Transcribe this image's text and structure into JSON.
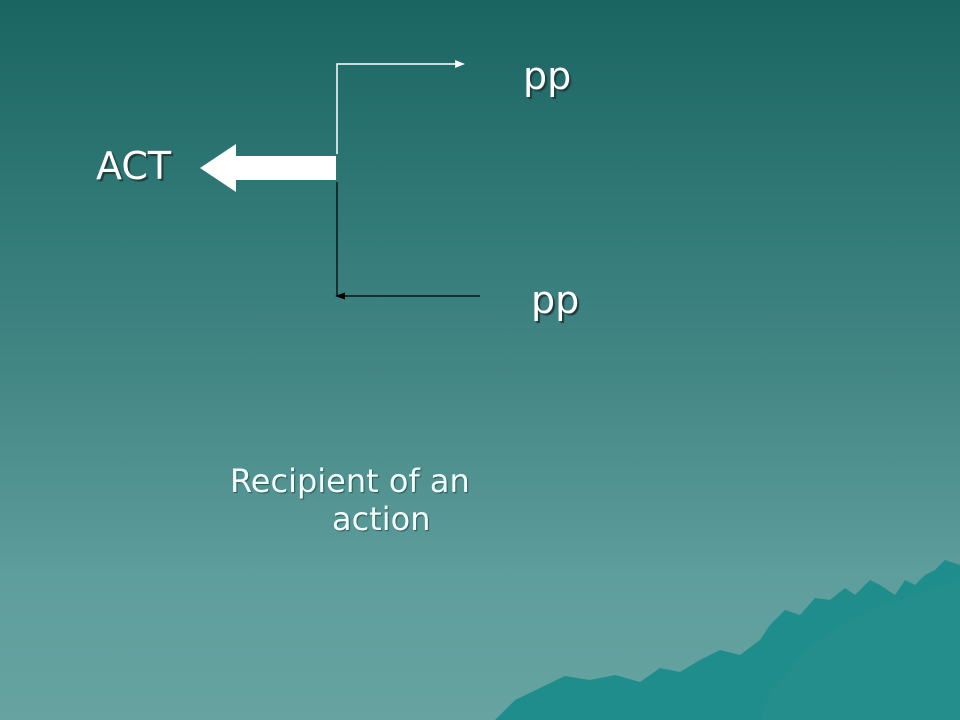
{
  "diagram": {
    "act_label": "ACT",
    "top_node_label": "pp",
    "bottom_node_label": "pp",
    "caption_line1": "Recipient of an",
    "caption_line2": "action"
  },
  "colors": {
    "background_top": "#1a6462",
    "background_bottom": "#66a3a1",
    "mountains": "#1e8d8b",
    "text": "#ffffff",
    "thick_arrow": "#ffffff",
    "top_connector": "#ffffff",
    "bottom_connector": "#000000"
  }
}
